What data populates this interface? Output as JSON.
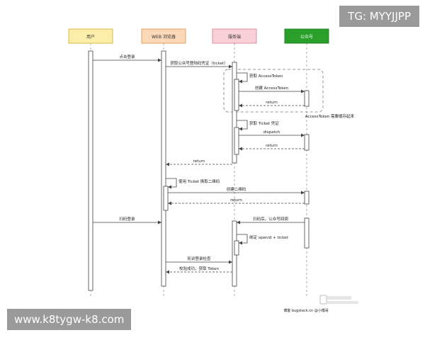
{
  "actors": [
    {
      "id": "user",
      "label": "用户",
      "fill": "#fbeea8",
      "stroke": "#d7b53a",
      "text": "#333333"
    },
    {
      "id": "browser",
      "label": "WEB 浏览器",
      "fill": "#fbd9b8",
      "stroke": "#dd9a55",
      "text": "#333333"
    },
    {
      "id": "server",
      "label": "服务端",
      "fill": "#f9d0d8",
      "stroke": "#d98797",
      "text": "#333333"
    },
    {
      "id": "wechat",
      "label": "公众号",
      "fill": "#2aa02a",
      "stroke": "#1d7a1d",
      "text": "#ffffff"
    }
  ],
  "messages": [
    {
      "from": "user",
      "to": "browser",
      "label": "点击登录",
      "style": "solid"
    },
    {
      "from": "browser",
      "to": "server",
      "label": "获取公众号登陆码凭证（ticket）",
      "style": "solid"
    },
    {
      "from": "server",
      "to": "server",
      "label": "获取 AccessToken",
      "style": "self"
    },
    {
      "from": "server",
      "to": "wechat",
      "label": "创建 AccessToken",
      "style": "solid"
    },
    {
      "from": "wechat",
      "to": "server",
      "label": "return",
      "style": "dashed"
    },
    {
      "from": "server",
      "to": "server",
      "label": "获取 Ticket 凭证",
      "style": "self"
    },
    {
      "from": "server",
      "to": "wechat",
      "label": "dispatch",
      "style": "solid"
    },
    {
      "from": "wechat",
      "to": "server",
      "label": "return",
      "style": "dashed"
    },
    {
      "from": "server",
      "to": "browser",
      "label": "return",
      "style": "dashed"
    },
    {
      "from": "browser",
      "to": "browser",
      "label": "使用 Ticket 换取二维码",
      "style": "self"
    },
    {
      "from": "browser",
      "to": "wechat",
      "label": "创建二维码",
      "style": "solid"
    },
    {
      "from": "wechat",
      "to": "browser",
      "label": "return",
      "style": "dashed"
    },
    {
      "from": "user",
      "to": "browser",
      "label": "扫码登录",
      "style": "solid"
    },
    {
      "from": "wechat",
      "to": "server",
      "label": "扫码后，公众号回调",
      "style": "solid"
    },
    {
      "from": "server",
      "to": "server",
      "label": "绑定 openid + ticket",
      "style": "self"
    },
    {
      "from": "browser",
      "to": "server",
      "label": "轮训登录检查",
      "style": "solid"
    },
    {
      "from": "server",
      "to": "browser",
      "label": "校验成功，获取 Token",
      "style": "dashed"
    }
  ],
  "cache_note": "AccessToken 需要缓存起来",
  "footer_credit": "博客 bugstack.cn @小傅哥",
  "watermark_tg": "TG: MYYJJPP",
  "watermark_url": "www.k8tygw-k8.com",
  "colors": {
    "line": "#444444",
    "lifeline": "#888888",
    "cache_box": "#777777"
  }
}
